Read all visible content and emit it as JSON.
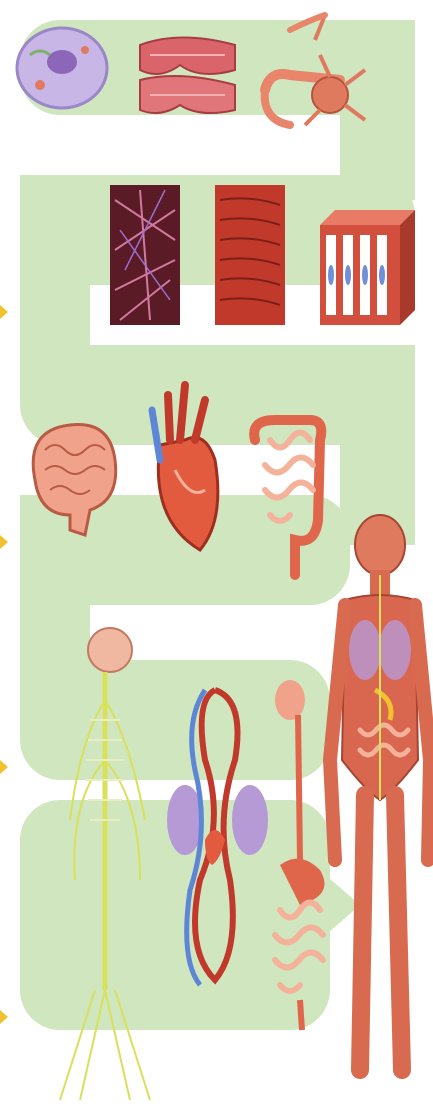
{
  "diagram": {
    "kind": "levels-of-organization",
    "palette": {
      "path": "#cfe6bf",
      "path_edge": "#bcdba9",
      "arrow": "#f2c12e",
      "flesh": "#e0664b",
      "flesh_dark": "#b63a2a",
      "flesh_light": "#f5b29a",
      "nerve": "#d9e05a",
      "vein": "#5d86d6",
      "lung": "#b69ad6",
      "cell": "#c8b6e6"
    },
    "rows": [
      {
        "level": "cells",
        "items": [
          "animal-cell",
          "muscle-cell",
          "nerve-cell"
        ]
      },
      {
        "level": "tissues",
        "items": [
          "connective-tissue",
          "muscle-tissue",
          "epithelial-tissue"
        ]
      },
      {
        "level": "organs",
        "items": [
          "brain",
          "heart",
          "intestines"
        ]
      },
      {
        "level": "organ-systems",
        "items": [
          "nervous-system",
          "circulatory-system",
          "digestive-system"
        ]
      },
      {
        "level": "organism",
        "items": [
          "human-body"
        ]
      }
    ],
    "markers": [
      "row-marker-1",
      "row-marker-2",
      "row-marker-3",
      "row-marker-4"
    ]
  }
}
